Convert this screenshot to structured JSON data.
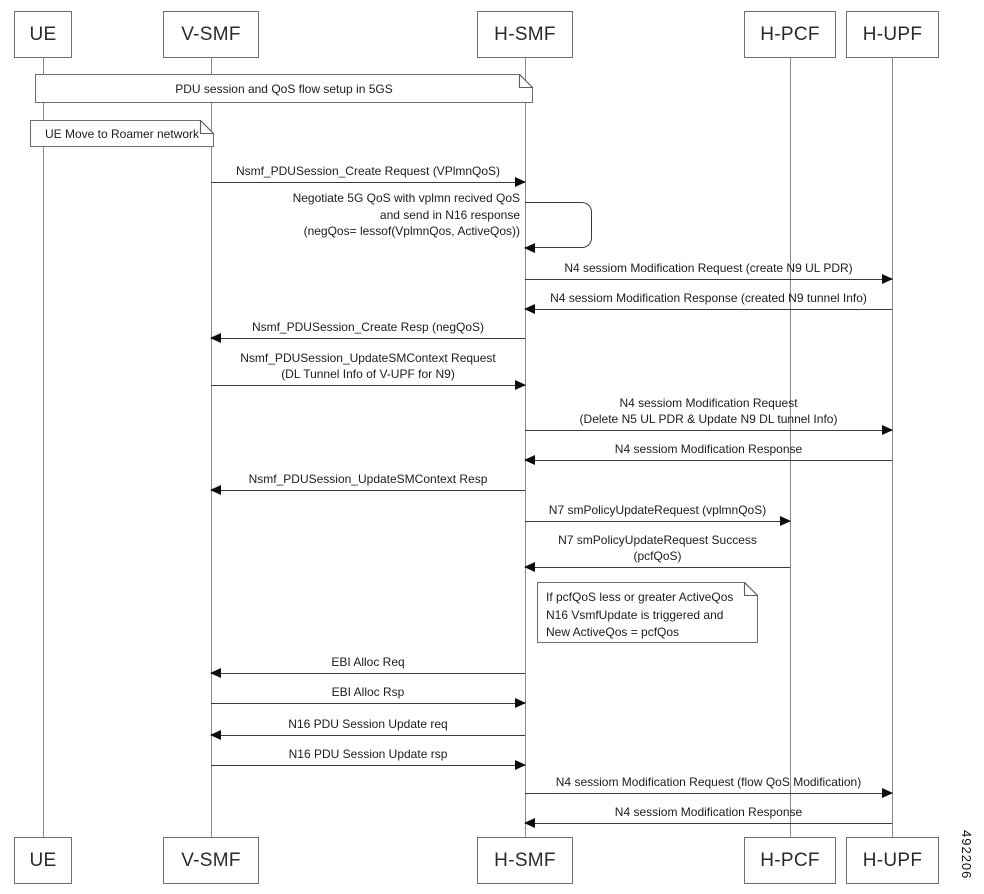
{
  "participants": [
    {
      "label": "UE"
    },
    {
      "label": "V-SMF"
    },
    {
      "label": "H-SMF"
    },
    {
      "label": "H-PCF"
    },
    {
      "label": "H-UPF"
    }
  ],
  "notes": {
    "setup": "PDU session and QoS flow setup in 5GS",
    "ue_move": "UE Move to Roamer network",
    "pcf_qos": "If pcfQoS less or greater ActiveQos\nN16 VsmfUpdate is triggered and\nNew ActiveQos = pcfQos"
  },
  "self_message": {
    "on": "H-SMF",
    "label": "Negotiate 5G QoS with vplmn recived QoS\nand send in N16 response\n(negQos= lessof(VplmnQos, ActiveQos))"
  },
  "messages": [
    {
      "label": "Nsmf_PDUSession_Create Request (VPlmnQoS)",
      "from": "V-SMF",
      "to": "H-SMF"
    },
    {
      "label": "N4 sessiom Modification Request (create N9 UL PDR)",
      "from": "H-SMF",
      "to": "H-UPF"
    },
    {
      "label": "N4 sessiom Modification Response (created N9 tunnel Info)",
      "from": "H-UPF",
      "to": "H-SMF"
    },
    {
      "label": "Nsmf_PDUSession_Create Resp (negQoS)",
      "from": "H-SMF",
      "to": "V-SMF"
    },
    {
      "label": "Nsmf_PDUSession_UpdateSMContext Request\n(DL Tunnel Info of V-UPF for N9)",
      "from": "V-SMF",
      "to": "H-SMF"
    },
    {
      "label": "N4 sessiom Modification Request\n(Delete N5 UL PDR & Update N9 DL tunnel Info)",
      "from": "H-SMF",
      "to": "H-UPF"
    },
    {
      "label": "N4 sessiom Modification Response",
      "from": "H-UPF",
      "to": "H-SMF"
    },
    {
      "label": "Nsmf_PDUSession_UpdateSMContext Resp",
      "from": "H-SMF",
      "to": "V-SMF"
    },
    {
      "label": "N7 smPolicyUpdateRequest (vplmnQoS)",
      "from": "H-SMF",
      "to": "H-PCF"
    },
    {
      "label": "N7 smPolicyUpdateRequest Success\n(pcfQoS)",
      "from": "H-PCF",
      "to": "H-SMF"
    },
    {
      "label": "EBI Alloc Req",
      "from": "H-SMF",
      "to": "V-SMF"
    },
    {
      "label": "EBI Alloc Rsp",
      "from": "V-SMF",
      "to": "H-SMF"
    },
    {
      "label": "N16 PDU Session Update req",
      "from": "H-SMF",
      "to": "V-SMF"
    },
    {
      "label": "N16 PDU Session Update rsp",
      "from": "V-SMF",
      "to": "H-SMF"
    },
    {
      "label": "N4 sessiom Modification Request (flow QoS Modification)",
      "from": "H-SMF",
      "to": "H-UPF"
    },
    {
      "label": "N4 sessiom Modification Response",
      "from": "H-UPF",
      "to": "H-SMF"
    }
  ],
  "figure_number": "492206",
  "colors": {
    "background": "#ffffff",
    "line": "#3a3a3a",
    "lifeline": "#8a8a8a",
    "box_border": "#6e6e6e",
    "text": "#1c1c1c"
  }
}
